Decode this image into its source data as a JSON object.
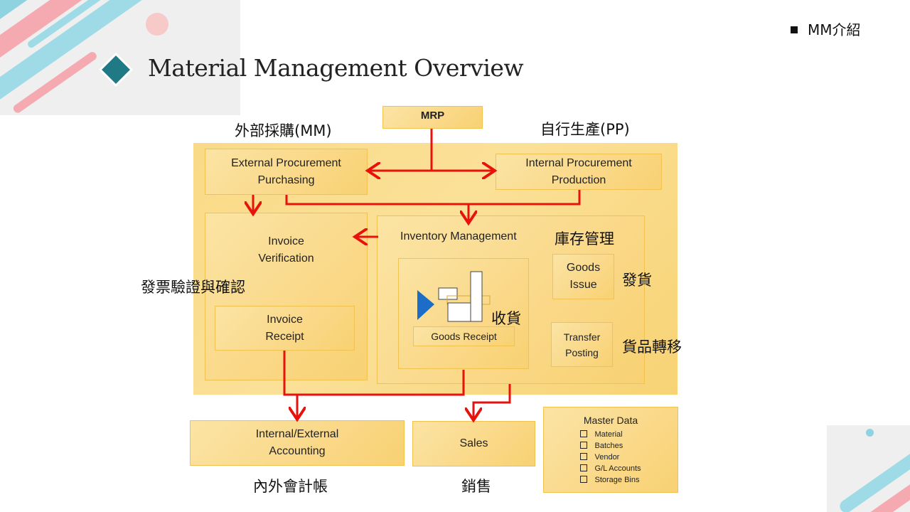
{
  "slide": {
    "title": "Material Management Overview",
    "section_tag": "MM介紹"
  },
  "labels": {
    "external_cn": "外部採購(MM)",
    "internal_cn": "自行生產(PP)",
    "inventory_cn": "庫存管理",
    "invoice_verification_cn": "發票驗證與確認",
    "goods_receipt_cn": "收貨",
    "goods_issue_cn": "發貨",
    "transfer_posting_cn": "貨品轉移",
    "accounting_cn": "內外會計帳",
    "sales_cn": "銷售"
  },
  "boxes": {
    "mrp": "MRP",
    "external_line1": "External Procurement",
    "external_line2": "Purchasing",
    "internal_line1": "Internal Procurement",
    "internal_line2": "Production",
    "invoice_verification_line1": "Invoice",
    "invoice_verification_line2": "Verification",
    "invoice_receipt_line1": "Invoice",
    "invoice_receipt_line2": "Receipt",
    "inventory": "Inventory  Management",
    "goods_receipt": "Goods Receipt",
    "goods_issue_line1": "Goods",
    "goods_issue_line2": "Issue",
    "transfer_line1": "Transfer",
    "transfer_line2": "Posting",
    "accounting_line1": "Internal/External",
    "accounting_line2": "Accounting",
    "sales": "Sales"
  },
  "master_data": {
    "title": "Master Data",
    "items": [
      "Material",
      "Batches",
      "Vendor",
      "G/L Accounts",
      "Storage Bins"
    ]
  },
  "colors": {
    "accent_diamond": "#1f7a86",
    "arrow": "#e8120c",
    "panel": "#f9da86"
  }
}
